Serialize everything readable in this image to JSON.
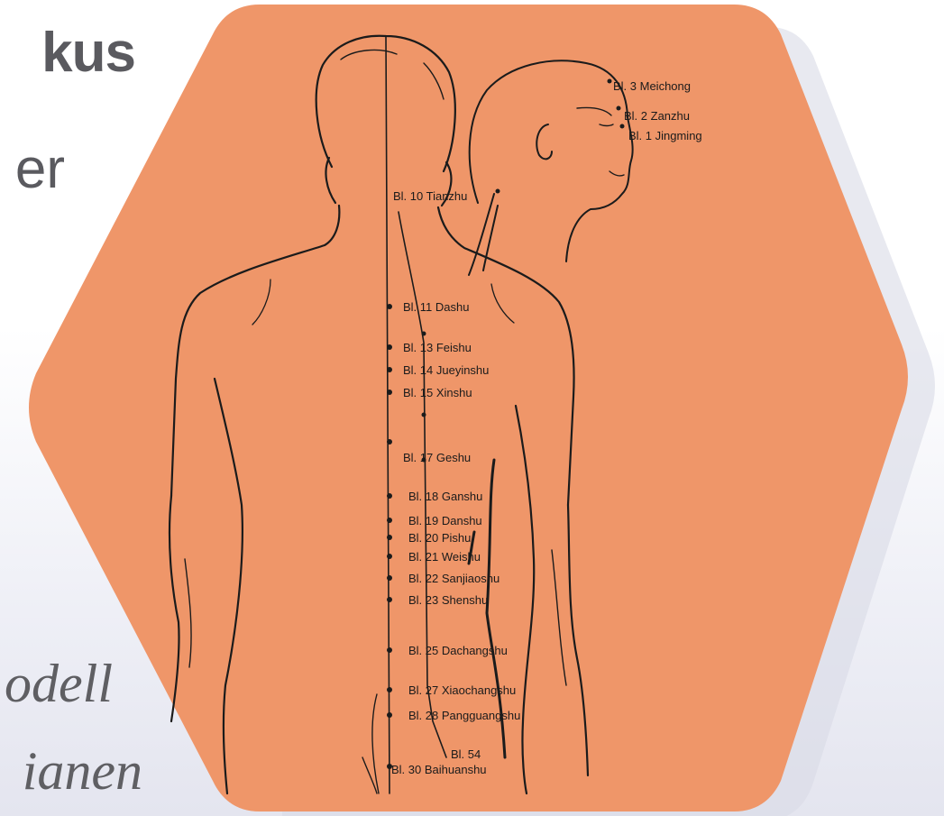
{
  "page": {
    "heading_line1": "kus",
    "heading_line2": "er",
    "italic_line1": "odell",
    "italic_line2": "ianen"
  },
  "colors": {
    "hexagon_fill": "#ef9669",
    "text_gray": "#5a5a5f",
    "line_ink": "#1b1b1b"
  },
  "diagram": {
    "labels": {
      "bl3": "Bl. 3 Meichong",
      "bl2": "Bl. 2 Zanzhu",
      "bl1": "Bl. 1 Jingming",
      "bl10": "Bl. 10 Tianzhu",
      "bl11": "Bl. 11 Dashu",
      "bl13": "Bl. 13 Feishu",
      "bl14": "Bl. 14 Jueyinshu",
      "bl15": "Bl. 15 Xinshu",
      "bl17": "Bl. 17 Geshu",
      "bl18": "Bl. 18 Ganshu",
      "bl19": "Bl. 19 Danshu",
      "bl20": "Bl. 20 Pishu",
      "bl21": "Bl. 21 Weishu",
      "bl22": "Bl. 22 Sanjiaoshu",
      "bl23": "Bl. 23 Shenshu",
      "bl25": "Bl. 25 Dachangshu",
      "bl27": "Bl. 27 Xiaochangshu",
      "bl28": "Bl. 28 Pangguangshu",
      "bl54": "Bl. 54",
      "bl30": "Bl. 30 Baihuanshu"
    }
  }
}
